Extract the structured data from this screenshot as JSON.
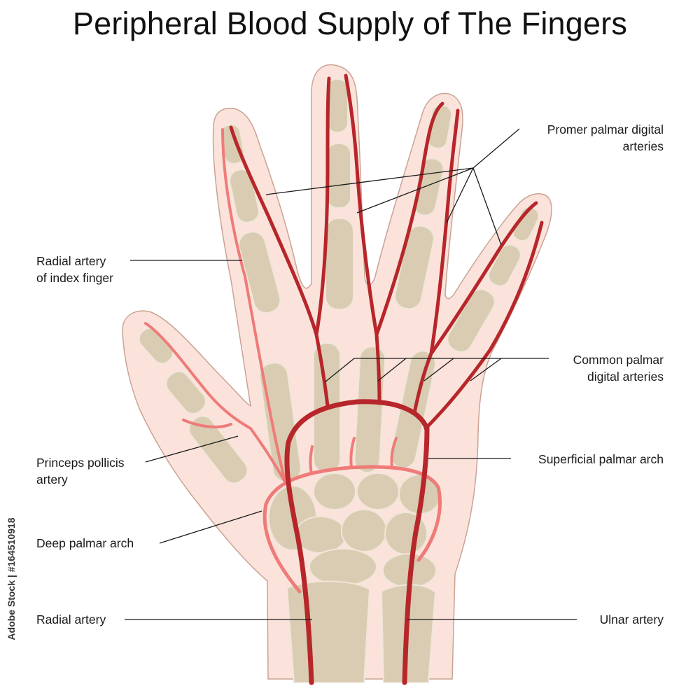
{
  "title": "Peripheral Blood Supply of The Fingers",
  "labels": {
    "proper_palmar_digital_1": "Promer palmar digital",
    "proper_palmar_digital_2": "arteries",
    "radial_index_1": "Radial artery",
    "radial_index_2": "of index finger",
    "common_palmar_1": "Common palmar",
    "common_palmar_2": "digital arteries",
    "superficial_arch": "Superficial palmar arch",
    "princeps_1": "Princeps pollicis",
    "princeps_2": "artery",
    "deep_arch": "Deep palmar arch",
    "radial_artery": "Radial artery",
    "ulnar_artery": "Ulnar artery"
  },
  "watermark": "Adobe Stock | #164510918",
  "colors": {
    "skin": "#fbe3dc",
    "skin_outline": "#c9a394",
    "bone": "#d9ccb2",
    "bone_outline": "#efe6d8",
    "artery": "#b7262a",
    "artery_light": "#ef7b78",
    "leader": "#1a1a1a"
  }
}
